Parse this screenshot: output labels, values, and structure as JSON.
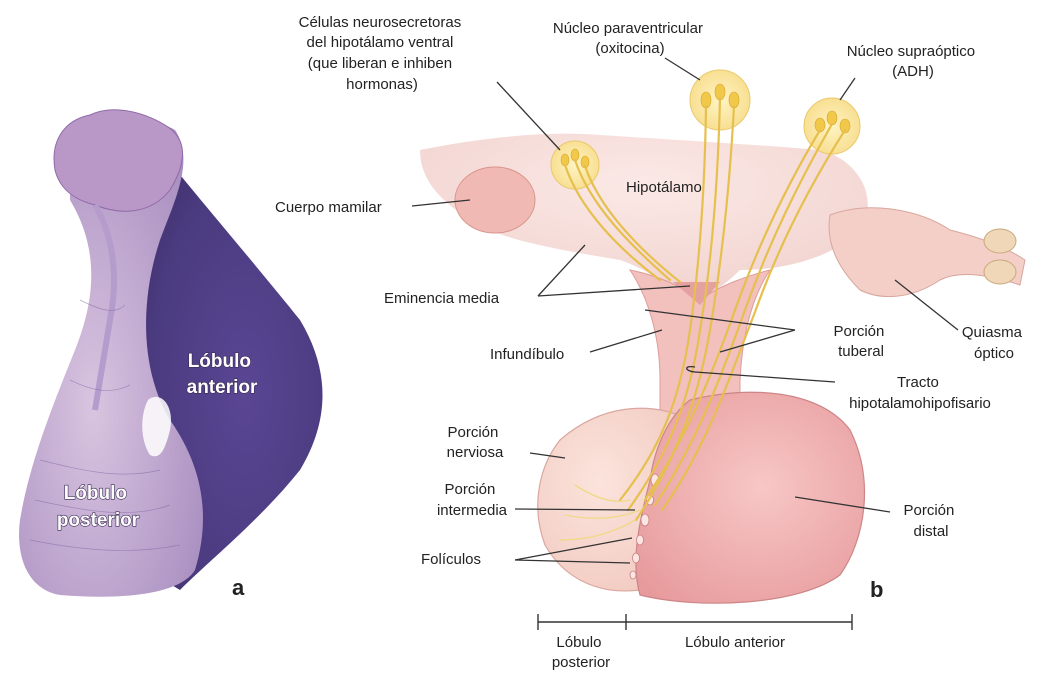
{
  "panel_a": {
    "label": "a",
    "anterior_label": "Lóbulo\nanterior",
    "posterior_label": "Lóbulo\nposterior"
  },
  "panel_b": {
    "label": "b",
    "labels": {
      "celulas": "Células neurosecretoras\ndel hipotálamo ventral\n(que liberan e inhiben\nhormonas)",
      "paraventricular": "Núcleo paraventricular\n(oxitocina)",
      "supraoptico": "Núcleo supraóptico\n(ADH)",
      "hipotalamo": "Hipotálamo",
      "cuerpo_mamilar": "Cuerpo mamilar",
      "eminencia_media": "Eminencia media",
      "infundibulo": "Infundíbulo",
      "porcion_tuberal": "Porción\ntuberal",
      "quiasma_optico": "Quiasma\nóptico",
      "tracto": "Tracto\nhipotalamohipofisario",
      "porcion_nerviosa": "Porción\nnerviosa",
      "porcion_intermedia": "Porción\nintermedia",
      "foliculos": "Folículos",
      "porcion_distal": "Porción\ndistal",
      "lobulo_posterior": "Lóbulo\nposterior",
      "lobulo_anterior": "Lóbulo anterior"
    }
  },
  "colors": {
    "tissue_anterior": "#4b3a82",
    "tissue_posterior": "#c9b3d6",
    "gland_pink": "#f2c3c0",
    "gland_dark": "#e99d9d",
    "neurons": "#f4cf55"
  }
}
